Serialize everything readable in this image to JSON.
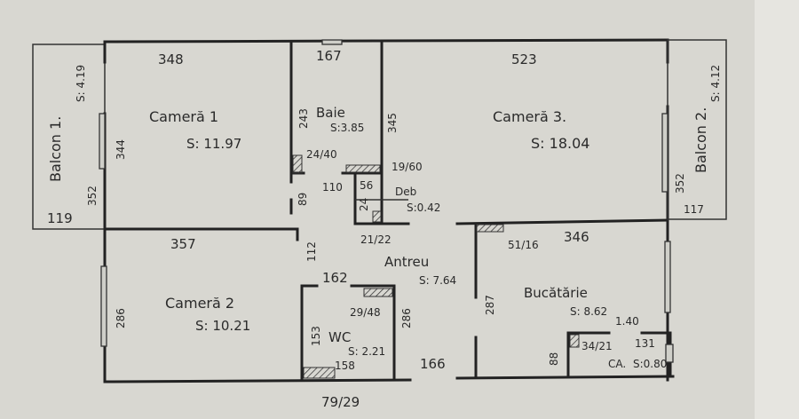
{
  "rooms": {
    "balcon1": {
      "name": "Balcon 1.",
      "area": "S: 4.19",
      "dims": [
        "352",
        "119"
      ]
    },
    "camera1": {
      "name": "Cameră 1",
      "area": "S: 11.97",
      "dims": [
        "348",
        "344"
      ]
    },
    "baie": {
      "name": "Baie",
      "area": "S:3.85",
      "dims": [
        "167",
        "243",
        "345",
        "24/40",
        "19/60",
        "110",
        "56",
        "89"
      ]
    },
    "deb": {
      "name": "Deb",
      "area": "S:0.42",
      "dims": [
        "24",
        "21/22"
      ]
    },
    "camera3": {
      "name": "Cameră 3.",
      "area": "S: 18.04",
      "dims": [
        "523"
      ]
    },
    "balcon2": {
      "name": "Balcon 2.",
      "area": "S: 4.12",
      "dims": [
        "352",
        "117"
      ]
    },
    "camera2": {
      "name": "Cameră 2",
      "area": "S: 10.21",
      "dims": [
        "357",
        "286"
      ]
    },
    "antreu": {
      "name": "Antreu",
      "area": "S: 7.64",
      "dims": [
        "112",
        "162",
        "286",
        "166"
      ]
    },
    "wc": {
      "name": "WC",
      "area": "S: 2.21",
      "dims": [
        "153",
        "29/48",
        "158",
        "79/29"
      ]
    },
    "bucatarie": {
      "name": "Bucătărie",
      "area": "S: 8.62",
      "dims": [
        "346",
        "51/16",
        "287",
        "1.40",
        "88",
        "34/21",
        "131"
      ]
    },
    "ca": {
      "name": "CA.",
      "area": "S:0.80"
    }
  }
}
